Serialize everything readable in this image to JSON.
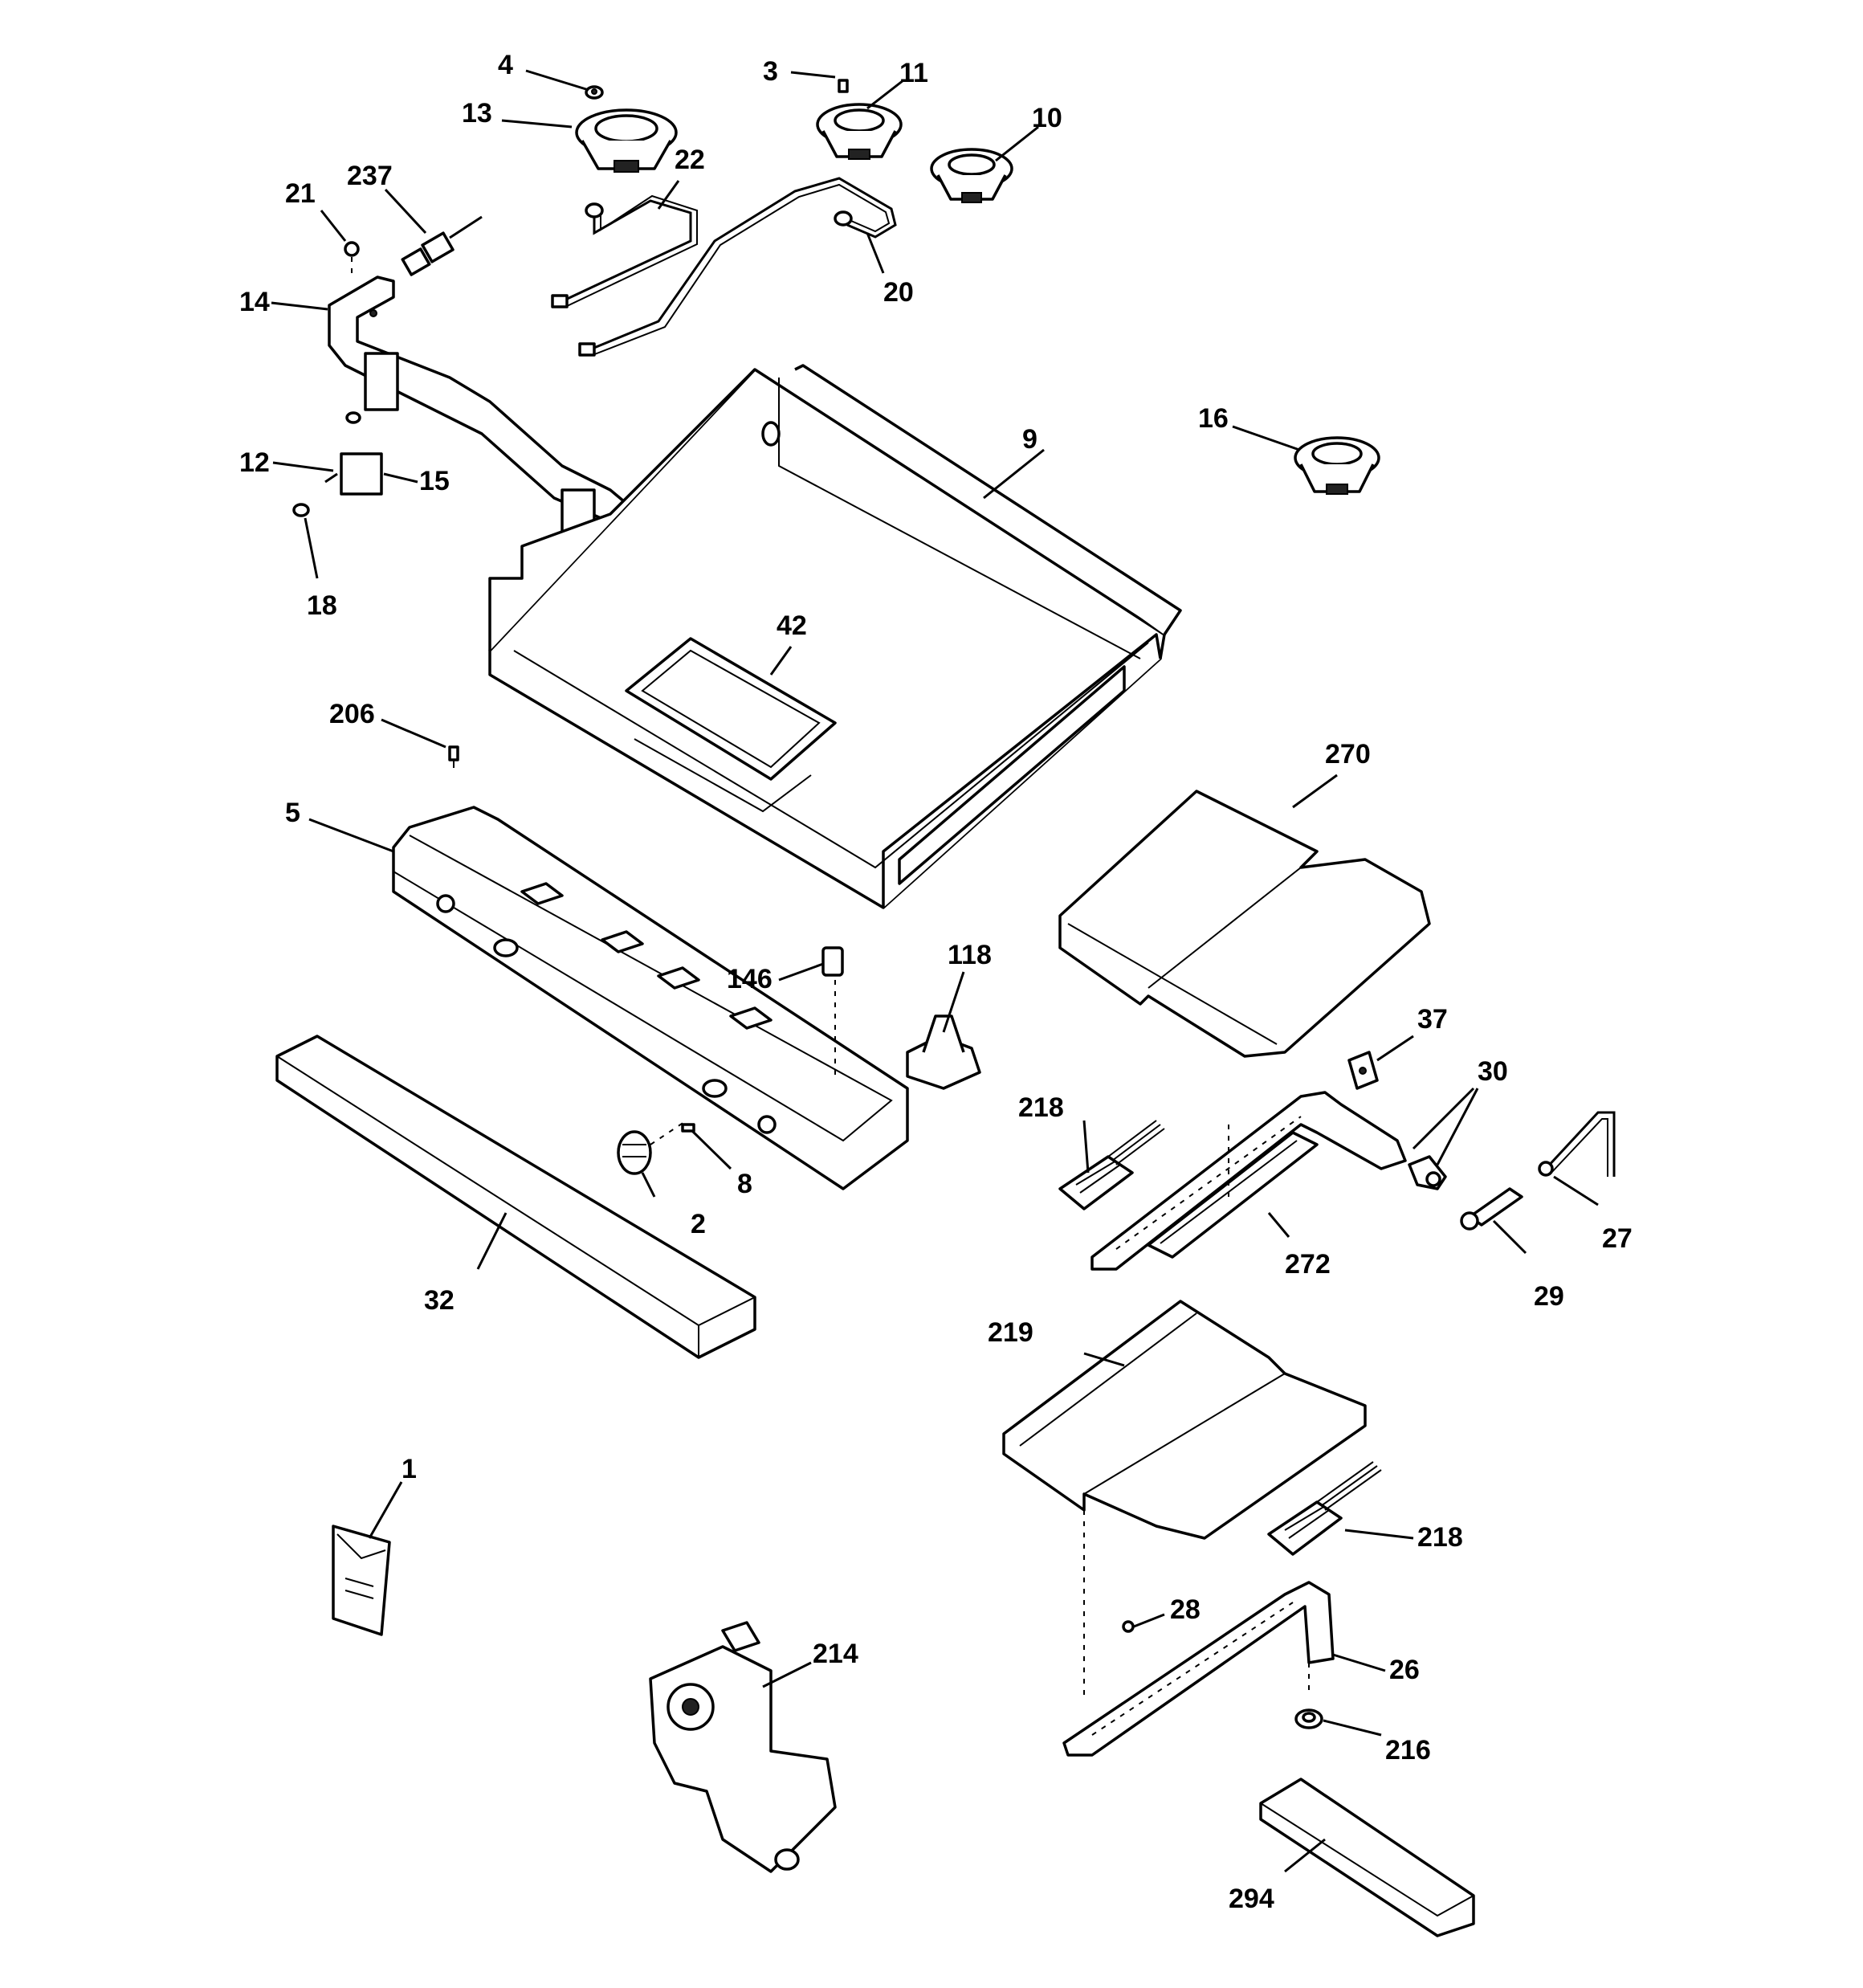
{
  "callouts": [
    {
      "id": "c1",
      "label": "1"
    },
    {
      "id": "c2",
      "label": "2"
    },
    {
      "id": "c3",
      "label": "3"
    },
    {
      "id": "c4",
      "label": "4"
    },
    {
      "id": "c5",
      "label": "5"
    },
    {
      "id": "c8",
      "label": "8"
    },
    {
      "id": "c9",
      "label": "9"
    },
    {
      "id": "c10",
      "label": "10"
    },
    {
      "id": "c11",
      "label": "11"
    },
    {
      "id": "c12",
      "label": "12"
    },
    {
      "id": "c13",
      "label": "13"
    },
    {
      "id": "c14",
      "label": "14"
    },
    {
      "id": "c15",
      "label": "15"
    },
    {
      "id": "c16",
      "label": "16"
    },
    {
      "id": "c18",
      "label": "18"
    },
    {
      "id": "c20",
      "label": "20"
    },
    {
      "id": "c21",
      "label": "21"
    },
    {
      "id": "c22",
      "label": "22"
    },
    {
      "id": "c26",
      "label": "26"
    },
    {
      "id": "c27",
      "label": "27"
    },
    {
      "id": "c28",
      "label": "28"
    },
    {
      "id": "c29",
      "label": "29"
    },
    {
      "id": "c30",
      "label": "30"
    },
    {
      "id": "c32",
      "label": "32"
    },
    {
      "id": "c37",
      "label": "37"
    },
    {
      "id": "c42",
      "label": "42"
    },
    {
      "id": "c118",
      "label": "118"
    },
    {
      "id": "c146",
      "label": "146"
    },
    {
      "id": "c206",
      "label": "206"
    },
    {
      "id": "c214",
      "label": "214"
    },
    {
      "id": "c216",
      "label": "216"
    },
    {
      "id": "c218a",
      "label": "218"
    },
    {
      "id": "c218b",
      "label": "218"
    },
    {
      "id": "c219",
      "label": "219"
    },
    {
      "id": "c237",
      "label": "237"
    },
    {
      "id": "c270",
      "label": "270"
    },
    {
      "id": "c272",
      "label": "272"
    },
    {
      "id": "c294",
      "label": "294"
    }
  ]
}
